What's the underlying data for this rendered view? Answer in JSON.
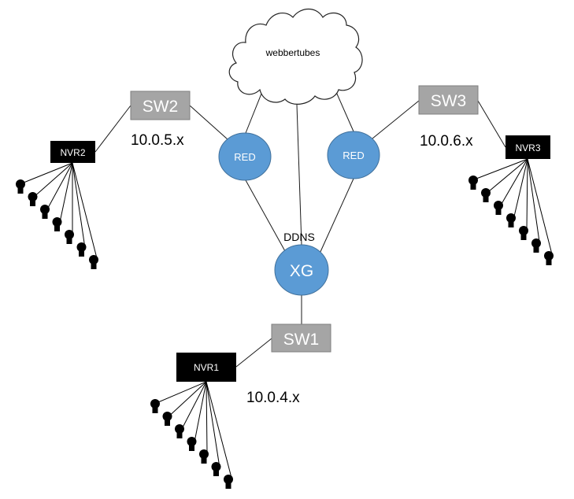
{
  "diagram": {
    "cloud": {
      "label": "webbertubes",
      "icon": "cloud-icon"
    },
    "ddns_label": "DDNS",
    "firewall": {
      "label": "XG",
      "fill": "#5b9bd5"
    },
    "red_devices": [
      {
        "id": "red-left",
        "label": "RED"
      },
      {
        "id": "red-right",
        "label": "RED"
      }
    ],
    "switches": [
      {
        "id": "sw1",
        "label": "SW1",
        "subnet": "10.0.4.x"
      },
      {
        "id": "sw2",
        "label": "SW2",
        "subnet": "10.0.5.x"
      },
      {
        "id": "sw3",
        "label": "SW3",
        "subnet": "10.0.6.x"
      }
    ],
    "nvrs": [
      {
        "id": "nvr1",
        "label": "NVR1",
        "camera_count": 7
      },
      {
        "id": "nvr2",
        "label": "NVR2",
        "camera_count": 7
      },
      {
        "id": "nvr3",
        "label": "NVR3",
        "camera_count": 7
      }
    ],
    "colors": {
      "router_blue": "#5b9bd5",
      "switch_gray": "#a5a5a5",
      "nvr_black": "#000000"
    }
  }
}
